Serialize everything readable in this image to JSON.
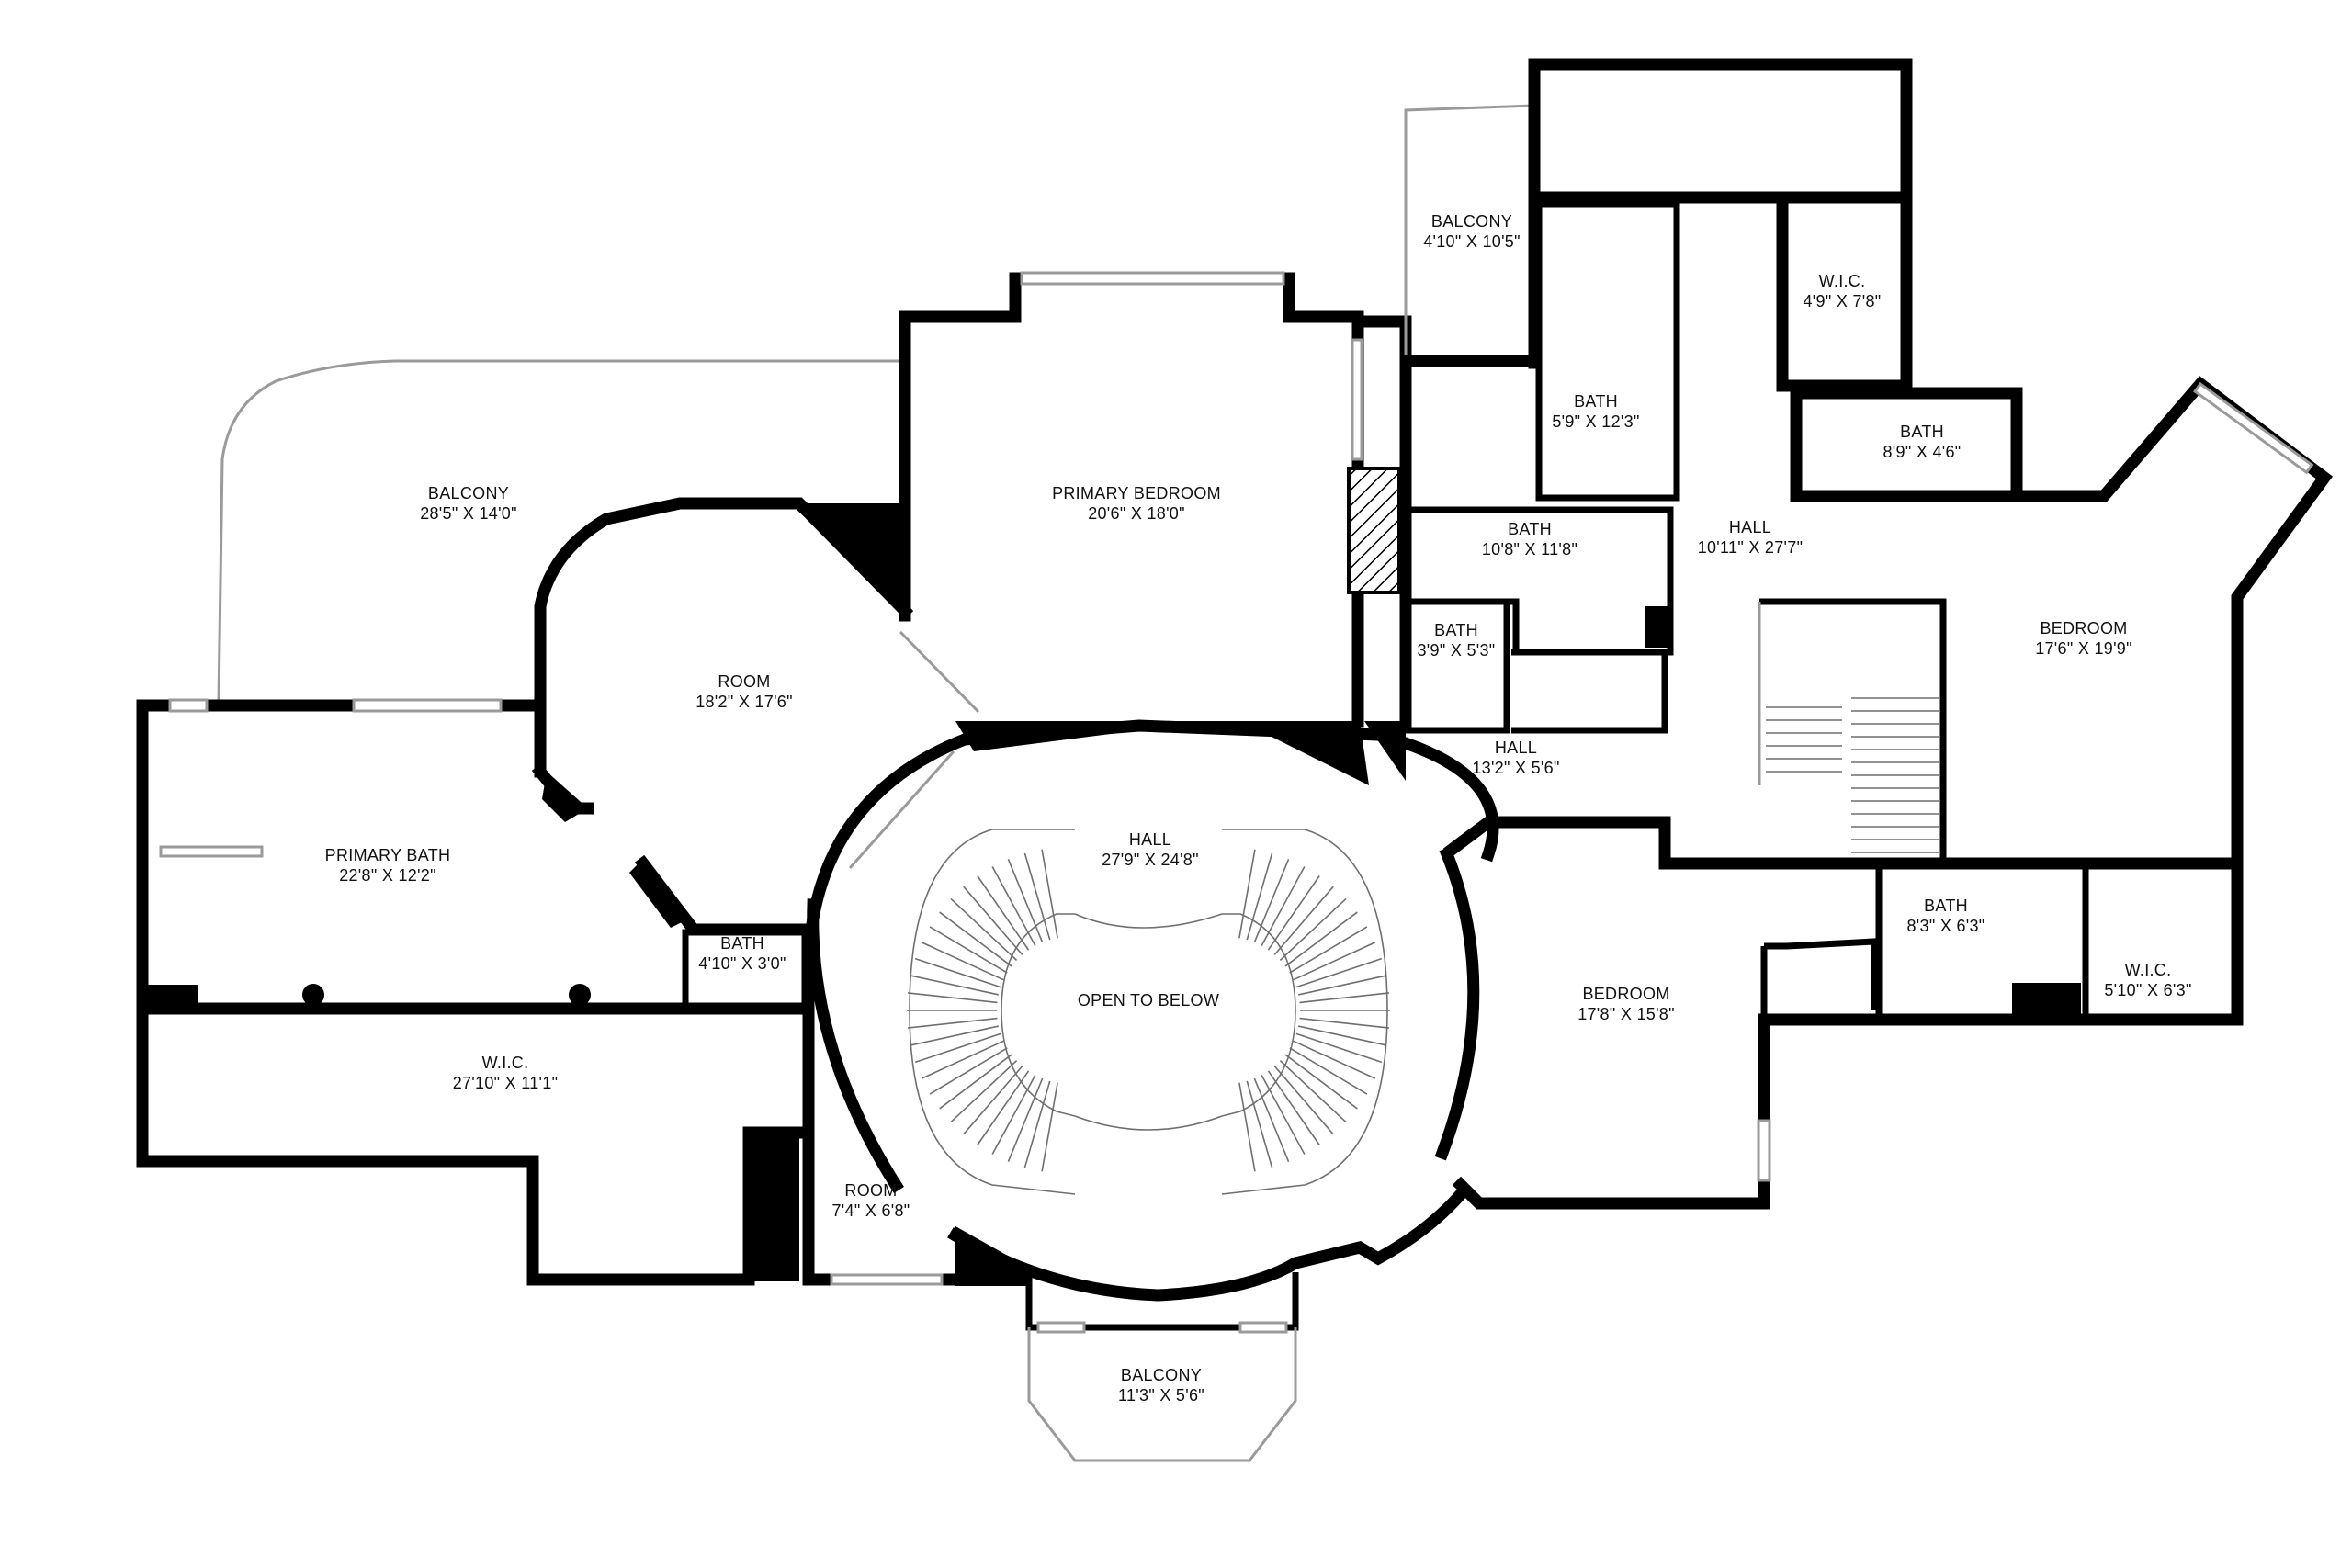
{
  "rooms": [
    {
      "id": "balcony-left",
      "name": "BALCONY",
      "dims": "28'5\" X 14'0\""
    },
    {
      "id": "primary-bedroom",
      "name": "PRIMARY BEDROOM",
      "dims": "20'6\" X 18'0\""
    },
    {
      "id": "balcony-top",
      "name": "BALCONY",
      "dims": "4'10\" X 10'5\""
    },
    {
      "id": "bath-a",
      "name": "BATH",
      "dims": "5'9\" X 12'3\""
    },
    {
      "id": "wic-top",
      "name": "W.I.C.",
      "dims": "4'9\" X 7'8\""
    },
    {
      "id": "bath-b",
      "name": "BATH",
      "dims": "8'9\" X 4'6\""
    },
    {
      "id": "bath-c",
      "name": "BATH",
      "dims": "10'8\" X 11'8\""
    },
    {
      "id": "hall-main",
      "name": "HALL",
      "dims": "10'11\" X 27'7\""
    },
    {
      "id": "bath-d",
      "name": "BATH",
      "dims": "3'9\" X 5'3\""
    },
    {
      "id": "bedroom-right",
      "name": "BEDROOM",
      "dims": "17'6\" X 19'9\""
    },
    {
      "id": "room-octagon",
      "name": "ROOM",
      "dims": "18'2\" X 17'6\""
    },
    {
      "id": "hall-small",
      "name": "HALL",
      "dims": "13'2\" X 5'6\""
    },
    {
      "id": "primary-bath",
      "name": "PRIMARY BATH",
      "dims": "22'8\" X 12'2\""
    },
    {
      "id": "hall-rotunda",
      "name": "HALL",
      "dims": "27'9\" X 24'8\""
    },
    {
      "id": "bath-e",
      "name": "BATH",
      "dims": "4'10\" X 3'0\""
    },
    {
      "id": "open-below",
      "name": "OPEN TO BELOW",
      "dims": ""
    },
    {
      "id": "bedroom-center",
      "name": "BEDROOM",
      "dims": "17'8\" X 15'8\""
    },
    {
      "id": "bath-f",
      "name": "BATH",
      "dims": "8'3\" X 6'3\""
    },
    {
      "id": "wic-right",
      "name": "W.I.C.",
      "dims": "5'10\" X 6'3\""
    },
    {
      "id": "wic-large",
      "name": "W.I.C.",
      "dims": "27'10\" X 11'1\""
    },
    {
      "id": "room-small",
      "name": "ROOM",
      "dims": "7'4\" X 6'8\""
    },
    {
      "id": "balcony-bottom",
      "name": "BALCONY",
      "dims": "11'3\" X 5'6\""
    }
  ],
  "colors": {
    "wall": "#000000",
    "rail": "#9a9a9a",
    "background": "#ffffff"
  }
}
